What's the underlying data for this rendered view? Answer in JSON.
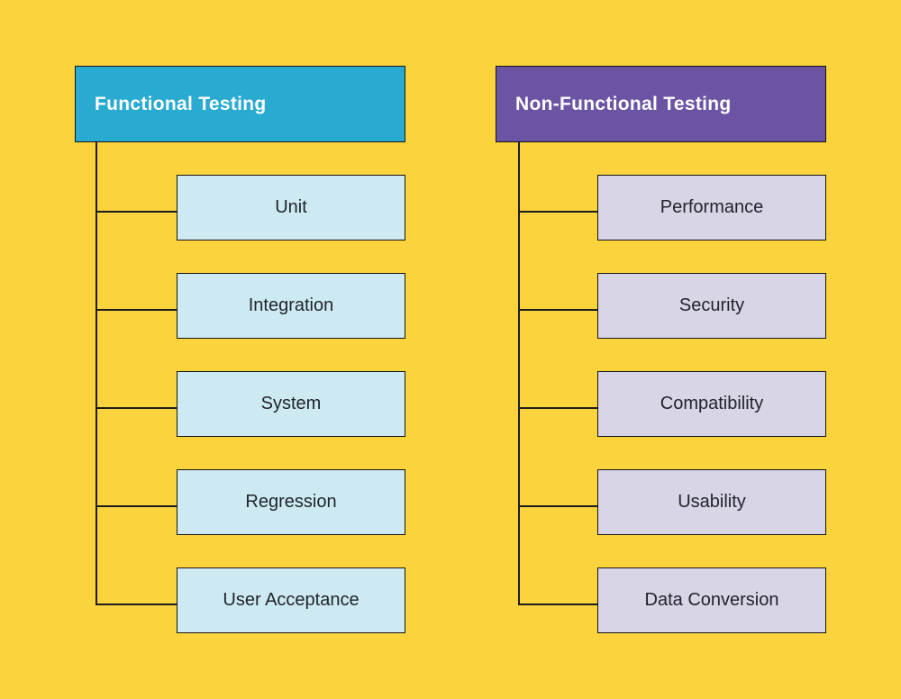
{
  "functional": {
    "title": "Functional Testing",
    "header_color": "#29AAD1",
    "child_fill": "#CDEAF2",
    "children": [
      "Unit",
      "Integration",
      "System",
      "Regression",
      "User Acceptance"
    ]
  },
  "non_functional": {
    "title": "Non-Functional Testing",
    "header_color": "#6B54A3",
    "child_fill": "#D8D5E7",
    "children": [
      "Performance",
      "Security",
      "Compatibility",
      "Usability",
      "Data Conversion"
    ]
  },
  "colors": {
    "background": "#FBD33C",
    "connector_line": "#1C1C1C",
    "node_border": "#151515",
    "header_text": "#FFFFFF",
    "node_text": "#20242B"
  }
}
